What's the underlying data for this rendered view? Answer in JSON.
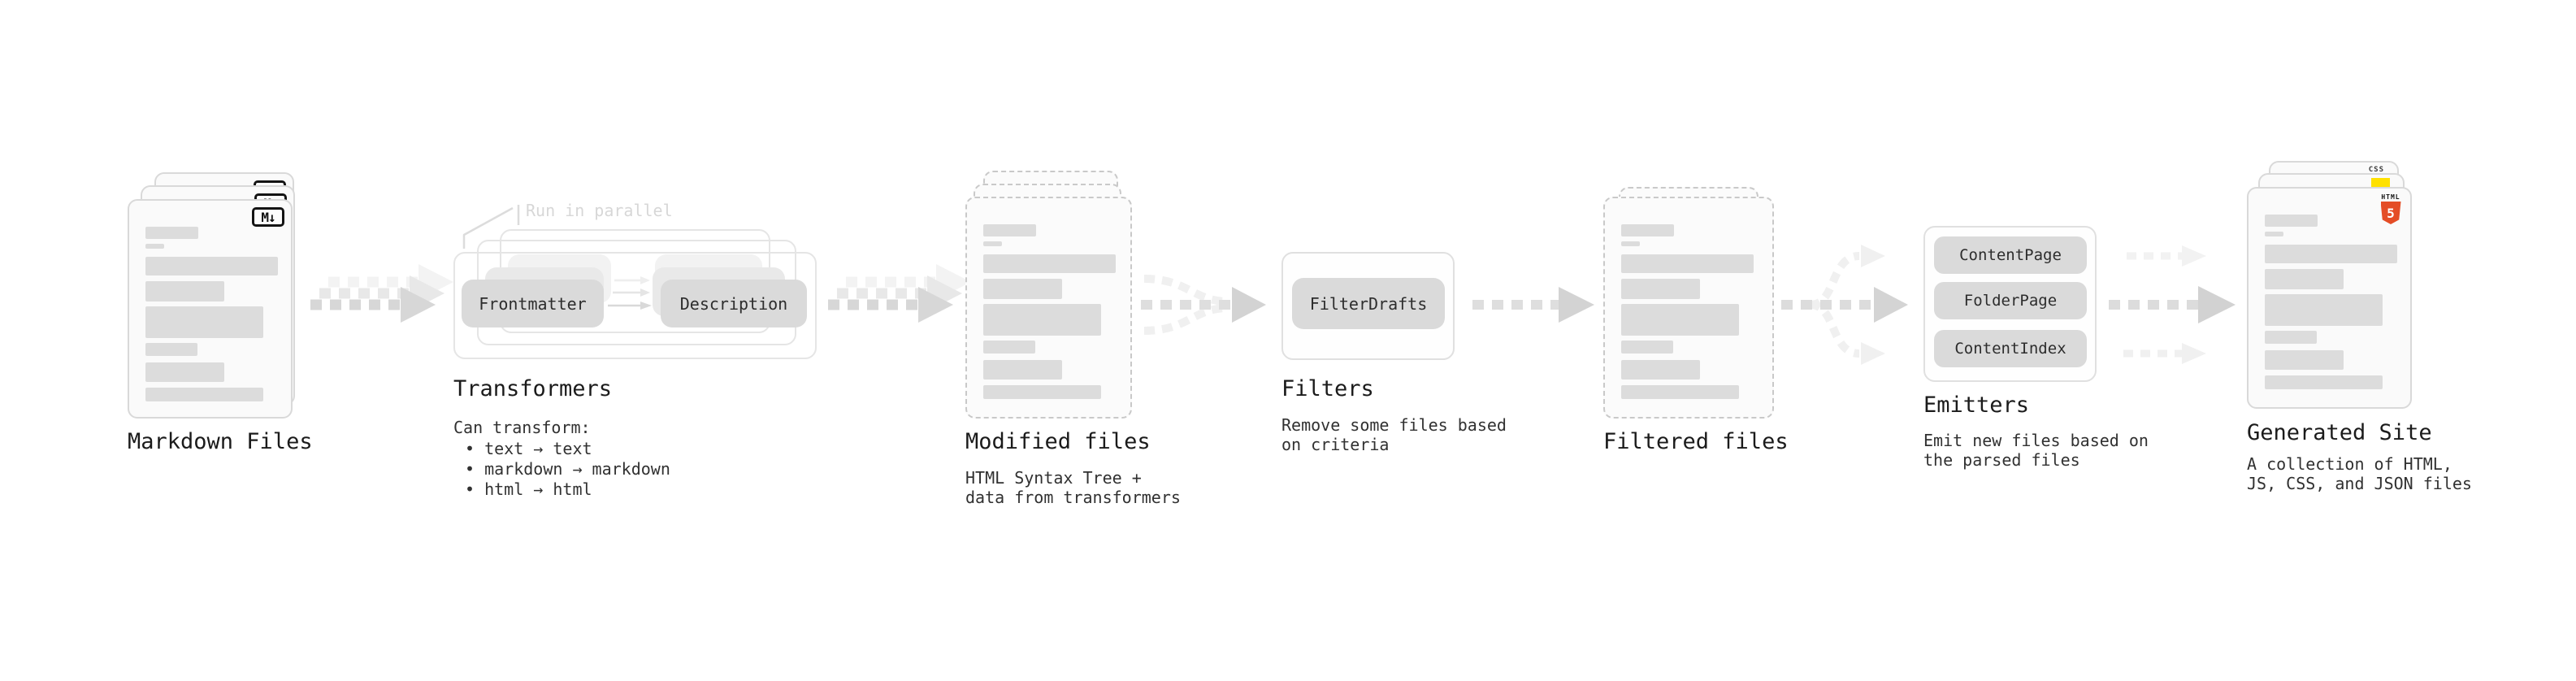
{
  "markdown": {
    "heading": "Markdown Files",
    "badge": "M↓"
  },
  "transformers": {
    "heading": "Transformers",
    "annotation": "Run in parallel",
    "pill_left": "Frontmatter",
    "pill_right": "Description",
    "note_title": "Can transform:",
    "bullets": [
      "• text → text",
      "• markdown → markdown",
      "• html → html"
    ]
  },
  "modified": {
    "heading": "Modified files",
    "note_lines": [
      "HTML Syntax Tree +",
      "data from transformers"
    ]
  },
  "filters": {
    "heading": "Filters",
    "pill": "FilterDrafts",
    "note_lines": [
      "Remove some files based",
      "on criteria"
    ]
  },
  "filtered": {
    "heading": "Filtered files"
  },
  "emitters": {
    "heading": "Emitters",
    "pills": [
      "ContentPage",
      "FolderPage",
      "ContentIndex"
    ],
    "note_lines": [
      "Emit new files based on",
      "the parsed files"
    ]
  },
  "generated": {
    "heading": "Generated Site",
    "note_lines": [
      "A collection of HTML,",
      "JS, CSS, and JSON files"
    ],
    "css_badge": "CSS",
    "html_badge_title": "HTML",
    "html_badge_number": "5"
  },
  "colors": {
    "css_accent": "#2962ff",
    "js_accent": "#ffe100",
    "html_accent": "#e44d26",
    "arrow_dark": "#d7d7d7",
    "arrow_mid": "#e8e8e8",
    "arrow_light": "#f3f3f3",
    "card_bar": "#dcdcdc"
  }
}
